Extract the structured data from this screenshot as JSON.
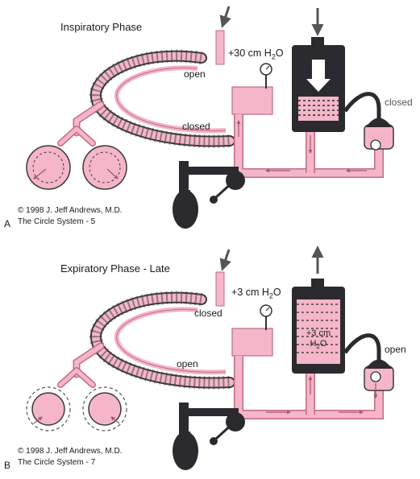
{
  "colors": {
    "tube": "#f4b6c8",
    "tube_edge": "#c26b83",
    "dark": "#2a2a2f",
    "outline": "#3a3a3a"
  },
  "panel_a": {
    "id": "A",
    "title": "Inspiratory Phase",
    "pressure_prefix": "+30 cm H",
    "pressure_sub": "2",
    "pressure_suffix": "O",
    "valve_top": "open",
    "valve_bottom": "closed",
    "pop_off_state": "closed",
    "copyright": "© 1998 J. Jeff Andrews, M.D.",
    "caption": "The Circle System - 5"
  },
  "panel_b": {
    "id": "B",
    "title": "Expiratory Phase - Late",
    "pressure_prefix": "+3 cm H",
    "pressure_sub": "2",
    "pressure_suffix": "O",
    "valve_top": "closed",
    "valve_bottom": "open",
    "pop_off_state": "open",
    "bellows_line1": "+3 cm",
    "bellows_line2_prefix": "H",
    "bellows_line2_sub": "2",
    "bellows_line2_suffix": "O",
    "copyright": "© 1998 J. Jeff Andrews, M.D.",
    "caption": "The Circle System - 7"
  }
}
